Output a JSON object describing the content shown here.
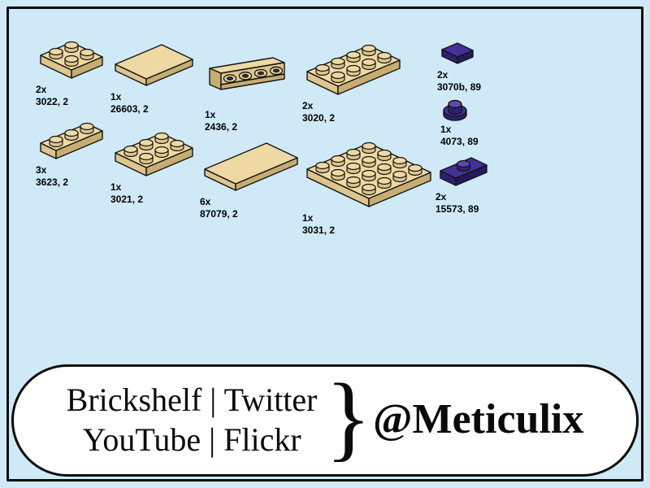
{
  "colors": {
    "background": "#cfe9f7",
    "outline": "#141414",
    "banner_bg": "#ffffff",
    "tan": {
      "top": "#eed9a4",
      "side1": "#ddc58c",
      "side2": "#c8ad72",
      "stud": "#eed9a4"
    },
    "purple": {
      "top": "#443097",
      "side1": "#2d2173",
      "side2": "#231a5e",
      "stud": "#5a49ae"
    }
  },
  "parts": [
    {
      "qty": "2x",
      "code": "3022, 2",
      "kind": "plate",
      "rows": 2,
      "cols": 2,
      "color": "tan"
    },
    {
      "qty": "1x",
      "code": "26603, 2",
      "kind": "tile",
      "rows": 2,
      "cols": 3,
      "color": "tan"
    },
    {
      "qty": "1x",
      "code": "2436, 2",
      "kind": "bracket",
      "rows": 1,
      "cols": 4,
      "color": "tan"
    },
    {
      "qty": "2x",
      "code": "3020, 2",
      "kind": "plate",
      "rows": 2,
      "cols": 4,
      "color": "tan"
    },
    {
      "qty": "2x",
      "code": "3070b, 89",
      "kind": "tile",
      "rows": 1,
      "cols": 1,
      "color": "purple"
    },
    {
      "qty": "3x",
      "code": "3623, 2",
      "kind": "plate",
      "rows": 1,
      "cols": 3,
      "color": "tan"
    },
    {
      "qty": "1x",
      "code": "3021, 2",
      "kind": "plate",
      "rows": 2,
      "cols": 3,
      "color": "tan"
    },
    {
      "qty": "6x",
      "code": "87079, 2",
      "kind": "tile",
      "rows": 2,
      "cols": 4,
      "color": "tan"
    },
    {
      "qty": "1x",
      "code": "4073, 89",
      "kind": "round",
      "rows": 1,
      "cols": 1,
      "color": "purple"
    },
    {
      "qty": "1x",
      "code": "3031, 2",
      "kind": "plate",
      "rows": 4,
      "cols": 4,
      "color": "tan"
    },
    {
      "qty": "2x",
      "code": "15573, 89",
      "kind": "jumper",
      "rows": 1,
      "cols": 2,
      "color": "purple"
    }
  ],
  "banner": {
    "line1": "Brickshelf | Twitter",
    "line2": "YouTube | Flickr",
    "brace": "}",
    "handle": "@Meticulix"
  }
}
